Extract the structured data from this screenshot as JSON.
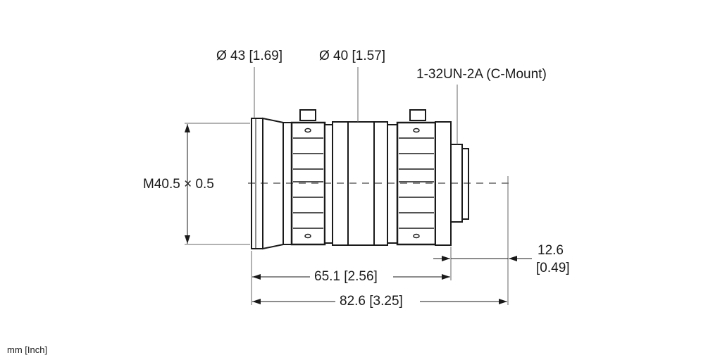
{
  "dimensions": {
    "front_diameter": "Ø 43 [1.69]",
    "barrel_diameter": "Ø 40 [1.57]",
    "mount_thread": "1-32UN-2A (C-Mount)",
    "filter_thread": "M40.5 × 0.5",
    "body_length": "65.1 [2.56]",
    "total_length": "82.6 [3.25]",
    "flange_length_mm": "12.6",
    "flange_length_in": "[0.49]"
  },
  "units": "mm [Inch]",
  "colors": {
    "line": "#1a1a1a",
    "dim": "#555555"
  }
}
